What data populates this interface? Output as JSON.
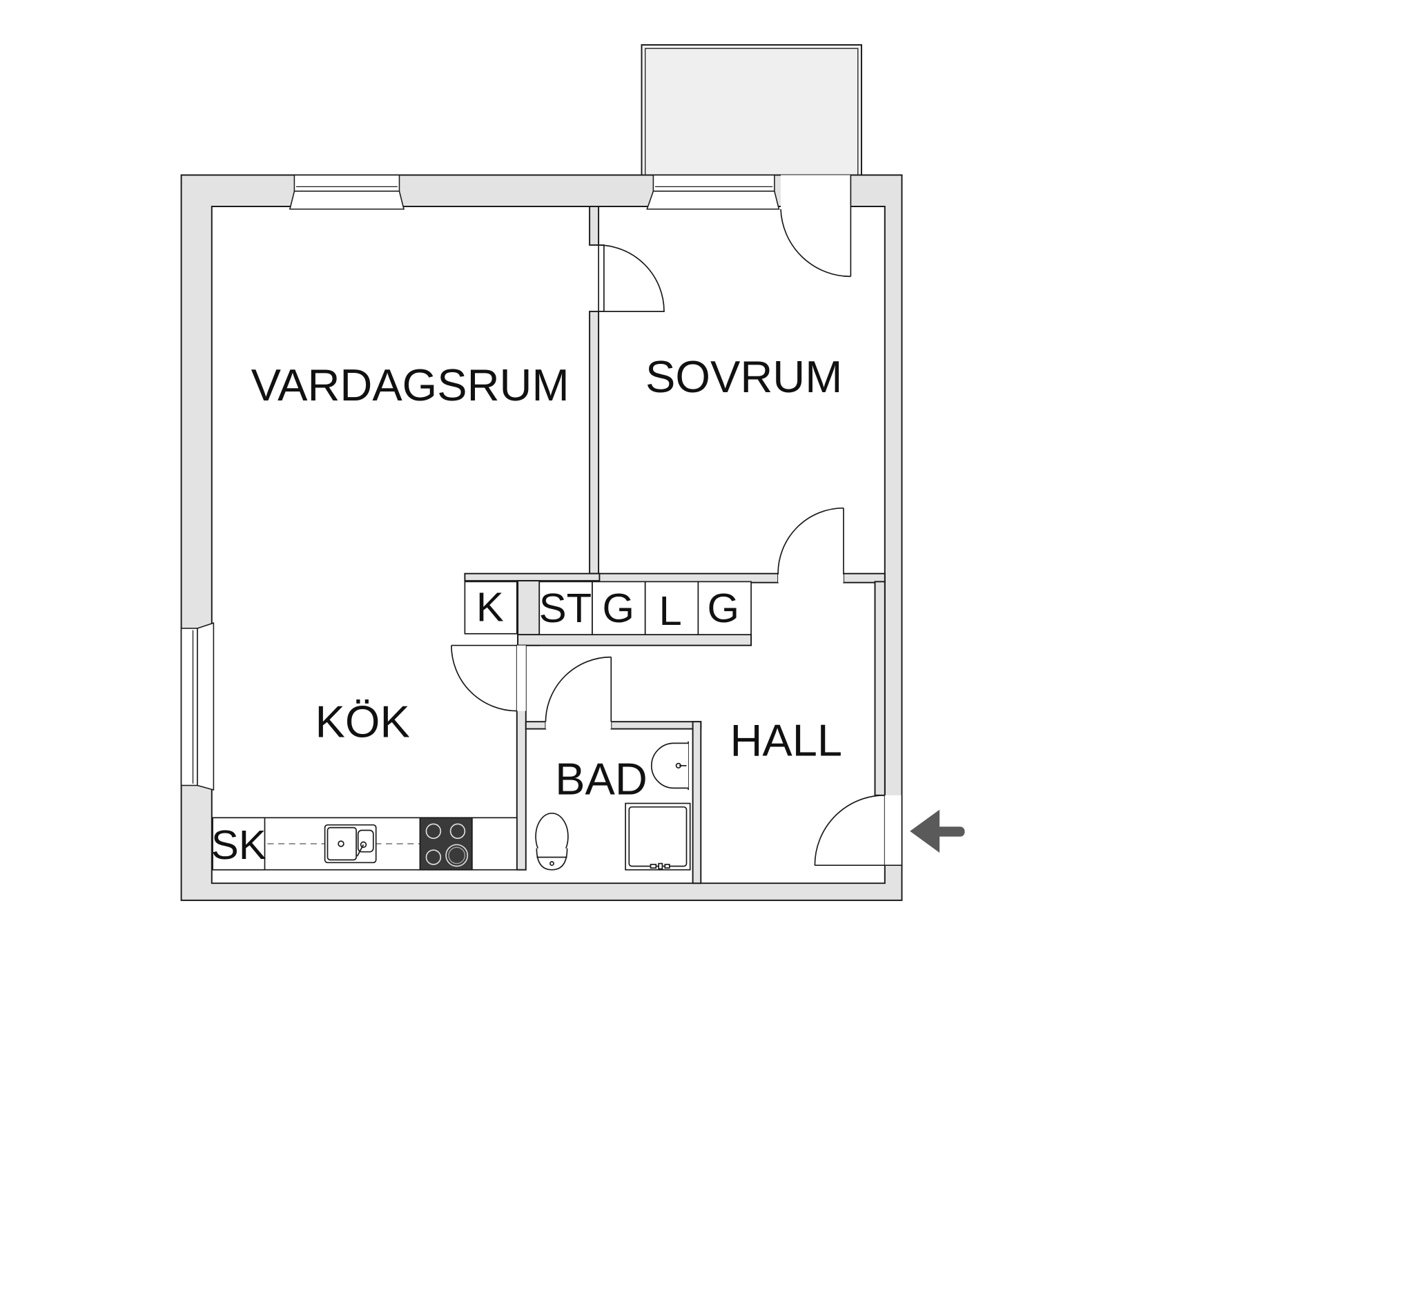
{
  "rooms": {
    "vardagsrum": "VARDAGSRUM",
    "sovrum": "SOVRUM",
    "kok": "KÖK",
    "hall": "HALL",
    "bad": "BAD"
  },
  "storage": {
    "k": "K",
    "st": "ST",
    "g1": "G",
    "l": "L",
    "g2": "G",
    "sk": "SK"
  },
  "icons": {
    "entrance": "entrance-arrow-icon",
    "stove": "stove-icon",
    "sink": "kitchen-sink-icon",
    "toilet": "toilet-icon",
    "washbasin": "washbasin-icon",
    "shower": "shower-icon"
  },
  "colors": {
    "wall": "#e3e3e3",
    "outline": "#1a1a1a",
    "balcony": "#efefef",
    "arrow": "#5a5a5a",
    "stove": "#3a3a3a"
  }
}
